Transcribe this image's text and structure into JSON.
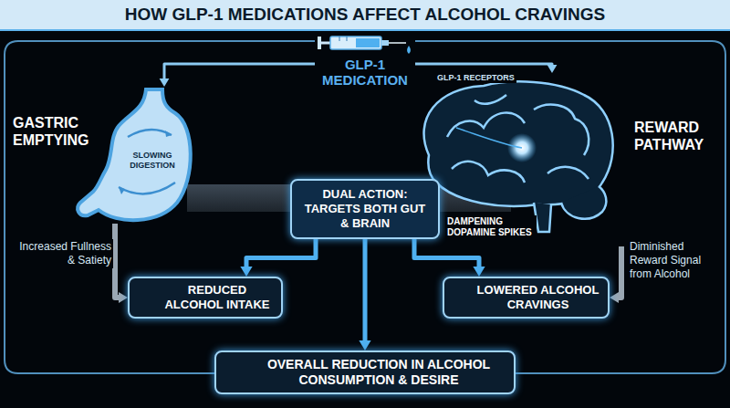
{
  "diagram": {
    "title": "HOW GLP-1 MEDICATIONS AFFECT ALCOHOL CRAVINGS",
    "nodes": [
      {
        "text": [
          "GLP-1 MEDICATION"
        ]
      },
      {
        "text": [
          "GASTRIC EMPTYING",
          "SLOWING DIGESTION"
        ]
      },
      {
        "text": [
          "DUAL ACTION: TARGETS BOTH GUT & BRAIN"
        ]
      },
      {
        "text": [
          "REWARD PATHWAY",
          "GLP-1 RECEPTORS",
          "DAMPENING DOPAMINE SPIKES"
        ]
      },
      {
        "text": [
          "REDUCED ALCOHOL INTAKE"
        ]
      },
      {
        "text": [
          "LOWERED ALCOHOL CRAVINGS"
        ]
      },
      {
        "text": [
          "OVERALL REDUCTION IN ALCOHOL CONSUMPTION & DESIRE"
        ]
      }
    ],
    "edges": [
      {
        "from": 0,
        "to": 1,
        "arrow": "to"
      },
      {
        "from": 0,
        "to": 3,
        "arrow": "to"
      },
      {
        "from": 1,
        "to": 4,
        "label": "Increased Fullness & Satiety",
        "arrow": "to"
      },
      {
        "from": 3,
        "to": 5,
        "label": "Diminished Reward Signal from Alcohol",
        "arrow": "to"
      },
      {
        "from": 2,
        "to": 4,
        "arrow": "to"
      },
      {
        "from": 2,
        "to": 5,
        "arrow": "to"
      },
      {
        "from": 2,
        "to": 6,
        "arrow": "to"
      }
    ]
  }
}
